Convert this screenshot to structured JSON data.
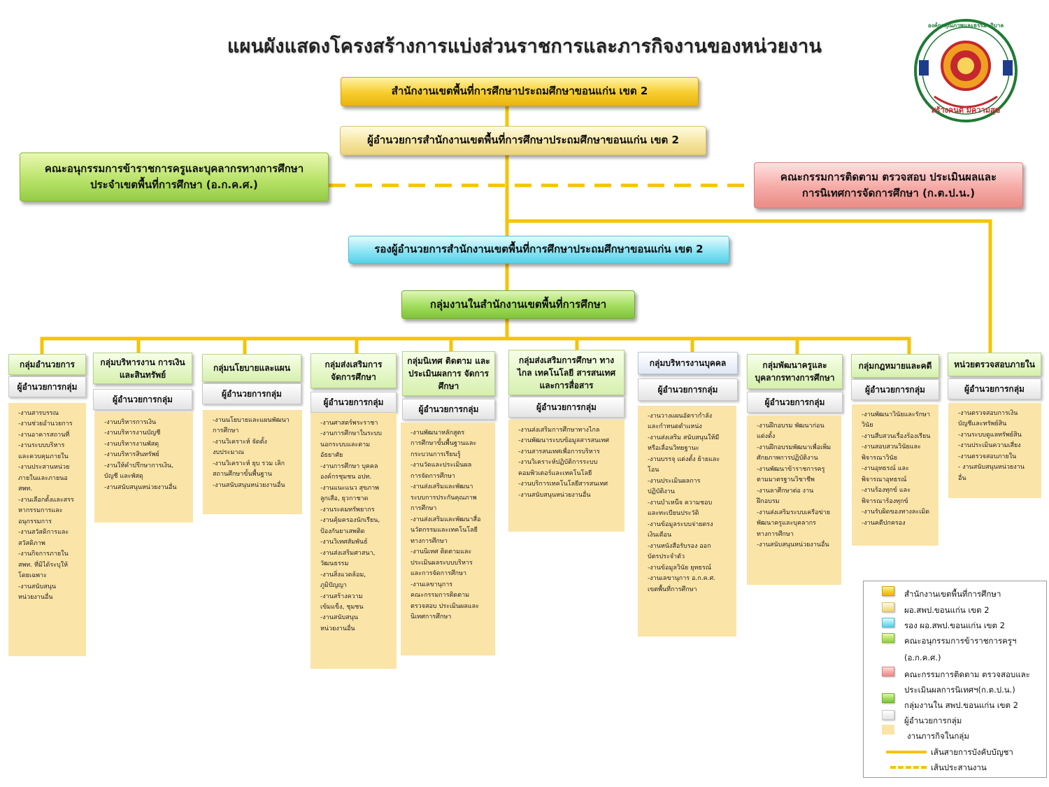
{
  "title": "แผนผังแสดงโครงสร้างการแบ่งส่วนราชการและภารกิจงานของหน่วยงาน",
  "logo": {
    "top_text": "องค์กรคุณภาพและธรรมาภิบาล",
    "bottom_text": "สร้างคนดี มีความสุข"
  },
  "nodes": {
    "office": "สำนักงานเขตพื้นที่การศึกษาประถมศึกษาขอนแก่น  เขต 2",
    "director": "ผู้อำนวยการสำนักงานเขตพื้นที่การศึกษาประถมศึกษาขอนแก่น  เขต 2",
    "committee_left_1": "คณะอนุกรรมการข้าราชการครูและบุคลากรทางการศึกษา",
    "committee_left_2": "ประจำเขตพื้นที่การศึกษา  (อ.ก.ค.ศ.)",
    "committee_right_1": "คณะกรรมการติดตาม ตรวจสอบ ประเมินผลและ",
    "committee_right_2": "การนิเทศการจัดการศึกษา  (ก.ต.ป.น.)",
    "deputy": "รองผู้อำนวยการสำนักงานเขตพื้นที่การศึกษาประถมศึกษาขอนแก่น  เขต 2",
    "groups_root": "กลุ่มงานในสำนักงานเขตพื้นที่การศึกษา"
  },
  "groups": [
    {
      "title": "กลุ่มอำนวยการ",
      "manager": "ผู้อำนวยการกลุ่ม",
      "tasks": [
        "-งานสารบรรณ",
        "-งานช่วยอำนวยการ",
        "-งานอาคารสถานที่",
        "-งานระบบบริหาร",
        "และควบคุมภายใน",
        "-งานประสานหน่วย",
        "ภายในและภายนอ",
        "สพท.",
        "-งานเลือกตั้งและสรร",
        "หากรรมการและ",
        "อนุกรรมการ",
        "-งานสวัสดิการและ",
        "สวัสดิภาพ",
        "-งานกิจการภายใน",
        "สพท. ที่มิได้ระบุให้",
        "โดยเฉพาะ",
        "-งานสนับสนุน",
        "หน่วยงานอื่น"
      ]
    },
    {
      "title": "กลุ่มบริหารงาน การเงินและสินทรัพย์",
      "manager": "ผู้อำนวยการกลุ่ม",
      "tasks": [
        "-งานบริหารการเงิน",
        "-งานบริหารงานบัญชี",
        "-งานบริหารงานพัสดุ",
        "-งานบริหารสินทรัพย์",
        "-งานให้คำปรึกษาการเงิน,",
        "บัญชี และพัสดุ",
        "-งานสนับสนุนหน่วยงานอื่น"
      ]
    },
    {
      "title": "กลุ่มนโยบายและแผน",
      "manager": "ผู้อำนวยการกลุ่ม",
      "tasks": [
        "-งานนโยบายและแผนพัฒนา",
        "การศึกษา",
        "-งานวิเคราะห์  จัดตั้ง",
        "งบประมาณ",
        "-งานวิเคราะห์  ยุบ รวม เลิก",
        "สถานศึกษาขั้นพื้นฐาน",
        "-งานสนับสนุนหน่วยงานอื่น"
      ]
    },
    {
      "title": "กลุ่มส่งเสริมการ จัดการศึกษา",
      "manager": "ผู้อำนวยการกลุ่ม",
      "tasks": [
        "-งานศาสตร์พระราชา",
        "-งานการศึกษาในระบบ",
        "นอกระบบและตาม",
        "อัธยาศัย",
        "-งานการศึกษา บุคคล",
        "องค์กรชุมชน อปท.",
        "-งานแนะแนว สุขภาพ",
        "ลูกเสือ, ยุวกาชาด",
        "-งานระดมทรัพยากร",
        "-งานคุ้มครองนักเรียน,",
        "ป้องกันยาเสพติด",
        "-งานวิเทศสัมพันธ์",
        "-งานส่งเสริมศาสนา,",
        "วัฒนธรรม",
        "-งานสิ่งแวดล้อม,",
        "ภูมิปัญญา",
        "-งานสร้างความ",
        "เข้มแข็ง, ชุมชน",
        "-งานสนับสนุน",
        "หน่วยงานอื่น"
      ]
    },
    {
      "title": "กลุ่มนิเทศ ติดตาม และประเมินผลการ จัดการศึกษา",
      "manager": "ผู้อำนวยการกลุ่ม",
      "tasks": [
        "-งานพัฒนาหลักสูตร",
        "การศึกษาขั้นพื้นฐานและ",
        "กระบวนการเรียนรู้",
        "-งานวัดและประเมินผล",
        "การจัดการศึกษา",
        "-งานส่งเสริมและพัฒนา",
        "ระบบการประกันคุณภาพ",
        "การศึกษา",
        "-งานส่งเสริมและพัฒนาสื่อ",
        "นวัตกรรมและเทคโนโลยี",
        "ทางการศึกษา",
        "-งานนิเทศ ติดตามและ",
        "ประเมินผลระบบบริหาร",
        "และการจัดการศึกษา",
        "-งานเลขานุการ",
        "คณะกรรมการติดตาม",
        "ตรวจสอบ ประเมินผลและ",
        "นิเทศการศึกษา"
      ]
    },
    {
      "title": "กลุ่มส่งเสริมการศึกษา ทางไกล เทคโนโลยี สารสนเทศและการสื่อสาร",
      "manager": "ผู้อำนวยการกลุ่ม",
      "tasks": [
        "-งานส่งเสริมการศึกษาทางไกล",
        "-งานพัฒนาระบบข้อมูลสารสนเทศ",
        "-งานสารสนเทศเพื่อการบริหาร",
        "-งานวิเคราะห์ปฏิบัติการระบบ",
        "คอมพิวเตอร์และเทคโนโลยี",
        "-งานบริการเทคโนโลยีสารสนเทศ",
        "-งานสนับสนุนหน่วยงานอื่น"
      ]
    },
    {
      "title": "กลุ่มบริหารงานบุคคล",
      "manager": "ผู้อำนวยการกลุ่ม",
      "tasks": [
        "-งานวางแผนอัตรากำลัง",
        "และกำหนดตำแหน่ง",
        "-งานส่งเสริม สนับสนุนให้มี",
        "หรือเลื่อนวิทยฐานะ",
        "-งานบรรจุ แต่งตั้ง ย้ายและ",
        "โอน",
        "-งานประเมินผลการ",
        "ปฏิบัติงาน",
        "-งานบำเหน็จ ความชอบ",
        "และทะเบียนประวัติ",
        "-งานข้อมูลระบบจ่ายตรง",
        "เงินเดือน",
        "-งานหนังสือรับรอง ออก",
        "บัตรประจำตัว",
        "-งานข้อมูลวินัย ยุทธรณ์",
        "-งานเลขานุการ อ.ก.ค.ศ.",
        "เขตพื้นที่การศึกษา"
      ]
    },
    {
      "title": "กลุ่มพัฒนาครูและ บุคลากรทางการศึกษา",
      "manager": "ผู้อำนวยการกลุ่ม",
      "tasks": [
        "-งานฝึกอบรม พัฒนาก่อน",
        "แต่งตั้ง",
        "-งานฝึกอบรมพัฒนาเพื่อเพิ่ม",
        "ศักยภาพการปฏิบัติงาน",
        "-งานพัฒนาข้าราชการครู",
        "ตามมาตรฐานวิชาชีพ",
        "-งานลาศึกษาต่อ  งาน",
        "ฝึกอบรม",
        "-งานส่งเสริมระบบเครือข่าย",
        "พัฒนาครูและบุคลากร",
        "ทางการศึกษา",
        "-งานสนับสนุนหน่วยงานอื่น"
      ]
    },
    {
      "title": "กลุ่มกฎหมายและคดี",
      "manager": "ผู้อำนวยการกลุ่ม",
      "tasks": [
        "-งานพัฒนาวินัยและรักษา",
        "วินัย",
        "-งานสืบสวนเรื่องร้องเรียน",
        "-งานสอบสวนวินัยและ",
        "พิจารณาวินัย",
        "-งานอุทธรณ์ และ",
        "พิจารณาอุทธรณ์",
        "-งานร้องทุกข์ และ",
        "พิจารณาร้องทุกข์",
        "-งานรับผิดของทางละเมิด",
        "-งานคดีปกครอง"
      ]
    },
    {
      "title": "หน่วยตรวจสอบภายใน",
      "manager": "ผู้อำนวยการกลุ่ม",
      "tasks": [
        "-งานตรวจสอบการเงิน",
        "บัญชีและทรัพย์สิน",
        "-งานระบบดูแลทรัพย์สิน",
        "-งานประเมินความเสี่ยง",
        "-งานตรวจสอบภายใน",
        "- งานสนับสนุนหน่วยงาน",
        "อื่น"
      ]
    }
  ],
  "legend": {
    "items": [
      "สำนักงานเขตพื้นที่การศึกษา",
      "ผอ.สพป.ขอนแก่น เขต 2",
      "รอง ผอ.สพป.ขอนแก่น เขต 2",
      "คณะอนุกรรมการข้าราชการครูฯ",
      "(อ.ก.ค.ศ.)",
      "คณะกรรมการติดตาม ตรวจสอบและ",
      "ประเมินผลการนิเทศฯ(ก.ต.ป.น.)",
      "กลุ่มงานใน สพป.ขอนแก่น เขต 2",
      "ผู้อำนวยการกลุ่ม",
      "งานภารกิจในกลุ่ม",
      "เส้นสายการบังคับบัญชา",
      "เส้นประสานงาน"
    ]
  },
  "colors": {
    "line": "#f5c400",
    "gold": "#f6cc2c",
    "green": "#b9e36a",
    "pink": "#f5aaa6",
    "cyan": "#8ee5f4",
    "task_bg": "#fae4a8"
  }
}
